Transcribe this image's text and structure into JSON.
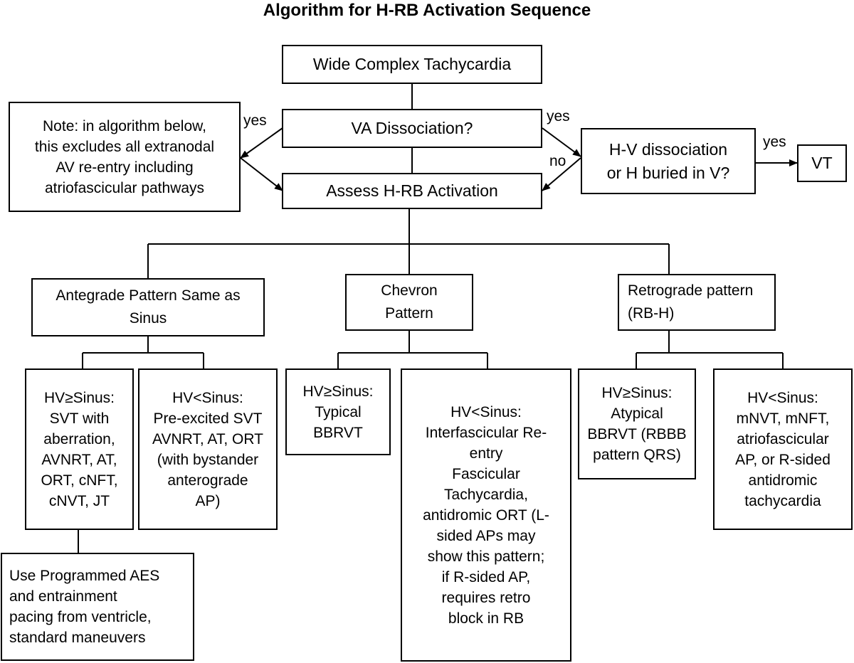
{
  "title": "Algorithm for H-RB Activation Sequence",
  "nodes": {
    "wct": "Wide Complex Tachycardia",
    "va": "VA Dissociation?",
    "note": "Note: in algorithm below,\nthis excludes all extranodal\nAV re-entry including\natriofascicular pathways",
    "hv_dissoc": "H-V dissociation\nor H buried in V?",
    "vt": "VT",
    "assess": "Assess H-RB Activation",
    "antegrade": "Antegrade Pattern Same as\nSinus",
    "chevron": "Chevron\nPattern",
    "retrograde": "Retrograde pattern\n(RB-H)",
    "a_ge": "HV≥Sinus:\nSVT with\naberration,\nAVNRT, AT,\nORT, cNFT,\ncNVT, JT",
    "a_lt": "HV<Sinus:\nPre-excited SVT\nAVNRT, AT, ORT\n(with bystander\nanterograde\nAP)",
    "c_ge": "HV≥Sinus:\nTypical\nBBRVT",
    "c_lt": "HV<Sinus:\nInterfascicular Re-\nentry\nFascicular\nTachycardia,\nantidromic ORT (L-\nsided APs may\nshow this pattern;\nif R-sided AP,\nrequires retro\nblock in RB",
    "r_ge": "HV≥Sinus:\nAtypical\nBBRVT (RBBB\npattern QRS)",
    "r_lt": "HV<Sinus:\nmNVT, mNFT,\natriofascicular\nAP, or R-sided\nantidromic\ntachycardia",
    "aes": "Use Programmed AES\nand entrainment\npacing from ventricle,\nstandard maneuvers"
  },
  "edge_labels": {
    "yes_left": "yes",
    "yes_right": "yes",
    "no": "no",
    "yes_vt": "yes"
  }
}
